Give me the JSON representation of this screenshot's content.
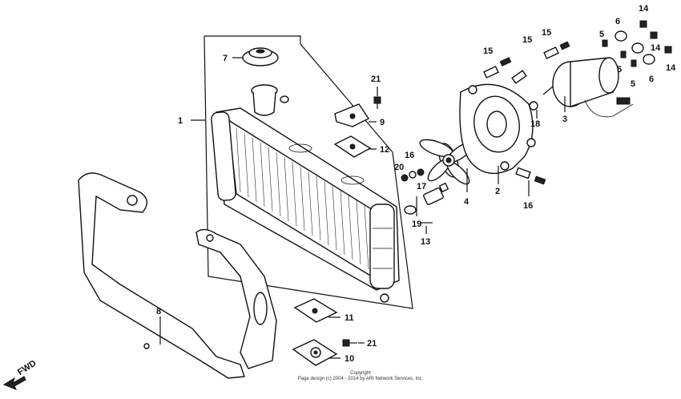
{
  "diagram": {
    "callouts": [
      {
        "id": "1",
        "label": "1"
      },
      {
        "id": "2",
        "label": "2"
      },
      {
        "id": "3",
        "label": "3"
      },
      {
        "id": "4",
        "label": "4"
      },
      {
        "id": "5a",
        "label": "5"
      },
      {
        "id": "5b",
        "label": "5"
      },
      {
        "id": "5c",
        "label": "5"
      },
      {
        "id": "6a",
        "label": "6"
      },
      {
        "id": "6b",
        "label": "6"
      },
      {
        "id": "7",
        "label": "7"
      },
      {
        "id": "8",
        "label": "8"
      },
      {
        "id": "9",
        "label": "9"
      },
      {
        "id": "10",
        "label": "10"
      },
      {
        "id": "11",
        "label": "11"
      },
      {
        "id": "12",
        "label": "12"
      },
      {
        "id": "13",
        "label": "13"
      },
      {
        "id": "14a",
        "label": "14"
      },
      {
        "id": "14b",
        "label": "14"
      },
      {
        "id": "14c",
        "label": "14"
      },
      {
        "id": "15a",
        "label": "15"
      },
      {
        "id": "15b",
        "label": "15"
      },
      {
        "id": "15c",
        "label": "15"
      },
      {
        "id": "16a",
        "label": "16"
      },
      {
        "id": "16b",
        "label": "16"
      },
      {
        "id": "17",
        "label": "17"
      },
      {
        "id": "18",
        "label": "18"
      },
      {
        "id": "19",
        "label": "19"
      },
      {
        "id": "20",
        "label": "20"
      },
      {
        "id": "21a",
        "label": "21"
      },
      {
        "id": "21b",
        "label": "21"
      }
    ],
    "fwd_label": "FWD",
    "copyright_line1": "Copyright",
    "copyright_line2": "Page design (c) 2004 - 2014 by ARI Network Services, Inc."
  }
}
